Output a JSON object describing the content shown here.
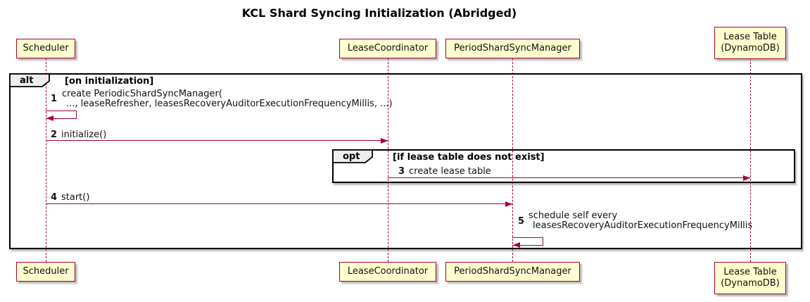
{
  "diagram": {
    "type": "plantuml-sequence-diagram",
    "title": "KCL Shard Syncing Initialization (Abridged)"
  },
  "participants": [
    {
      "label": "Scheduler"
    },
    {
      "label": "LeaseCoordinator"
    },
    {
      "label": "PeriodShardSyncManager"
    },
    {
      "line1": "Lease Table",
      "line2": "(DynamoDB)"
    }
  ],
  "frames": {
    "alt": {
      "operator": "alt",
      "guard": "[on initialization]"
    },
    "opt": {
      "operator": "opt",
      "guard": "[if lease table does not exist]"
    }
  },
  "messages": {
    "m1": {
      "num": "1",
      "line1": "create PeriodicShardSyncManager(",
      "line2": "..., leaseRefresher, leasesRecoveryAuditorExecutionFrequencyMillis, ...)",
      "from": "Scheduler",
      "to": "Scheduler",
      "kind": "self"
    },
    "m2": {
      "num": "2",
      "text": "initialize()",
      "from": "Scheduler",
      "to": "LeaseCoordinator",
      "kind": "arrow"
    },
    "m3": {
      "num": "3",
      "text": "create lease table",
      "from": "LeaseCoordinator",
      "to": "Lease Table (DynamoDB)",
      "kind": "arrow"
    },
    "m4": {
      "num": "4",
      "text": "start()",
      "from": "Scheduler",
      "to": "PeriodShardSyncManager",
      "kind": "arrow"
    },
    "m5": {
      "num": "5",
      "line1": "schedule self every",
      "line2": "leasesRecoveryAuditorExecutionFrequencyMillis",
      "from": "PeriodShardSyncManager",
      "to": "PeriodShardSyncManager",
      "kind": "self"
    }
  },
  "colors": {
    "background": "#ffffff",
    "participant_fill": "#fefece",
    "participant_border": "#a80036",
    "lifeline": "#a80036",
    "arrow": "#a80036",
    "frame_border": "#000000",
    "operator_fill": "#eeeeee",
    "text": "#000000"
  }
}
